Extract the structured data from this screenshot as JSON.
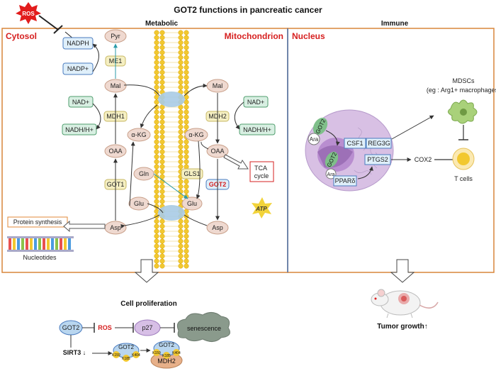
{
  "title": "GOT2 functions in pancreatic cancer",
  "sections": {
    "metabolic": "Metabolic",
    "immune": "Immune"
  },
  "compartments": {
    "cytosol": "Cytosol",
    "mitochondrion": "Mitochondrion",
    "nucleus": "Nucleus"
  },
  "cytosol": {
    "ros": "ROS",
    "nadph": "NADPH",
    "nadp": "NADP+",
    "pyr": "Pyr",
    "me1": "ME1",
    "mal": "Mal",
    "nad": "NAD+",
    "mdh1": "MDH1",
    "nadh": "NADH/H+",
    "oaa": "OAA",
    "got1": "GOT1",
    "glu": "Glu",
    "akg": "α-KG",
    "gln": "Gln",
    "asp": "Asp",
    "protein_synthesis": "Protein synthesis",
    "nucleotides": "Nucleotides"
  },
  "mito": {
    "mal": "Mal",
    "mdh2": "MDH2",
    "nad": "NAD+",
    "nadh": "NADH/H+",
    "akg": "α-KG",
    "oaa": "OAA",
    "gls1": "GLS1",
    "got2": "GOT2",
    "glu": "Glu",
    "asp": "Asp",
    "tca": "TCA cycle",
    "atp": "ATP"
  },
  "nucleus": {
    "got2": "GOT2",
    "ara": "Ara",
    "got2_inner": "GOT2",
    "ara_inner": "Ara",
    "ppar": "PPARδ",
    "csf1": "CSF1",
    "reg3g": "REG3G",
    "ptgs2": "PTGS2",
    "cox2": "COX2",
    "mdsc": "MDSCs",
    "mdsc_sub": "(eg : Arg1+ macrophages)",
    "tcells": "T cells"
  },
  "bottom": {
    "cell_prolif": "Cell proliferation",
    "got2": "GOT2",
    "ros": "ROS",
    "p27": "p27",
    "senescence": "senescence",
    "sirt3": "SIRT3 ↓",
    "got2_b": "GOT2",
    "k159": "K159",
    "k185": "K185",
    "k404": "K404",
    "got2_c": "GOT2",
    "k159_c": "K159",
    "k185_c": "K185",
    "k404_c": "K404",
    "mdh2": "MDH2",
    "tumor": "Tumor growth↑"
  }
}
